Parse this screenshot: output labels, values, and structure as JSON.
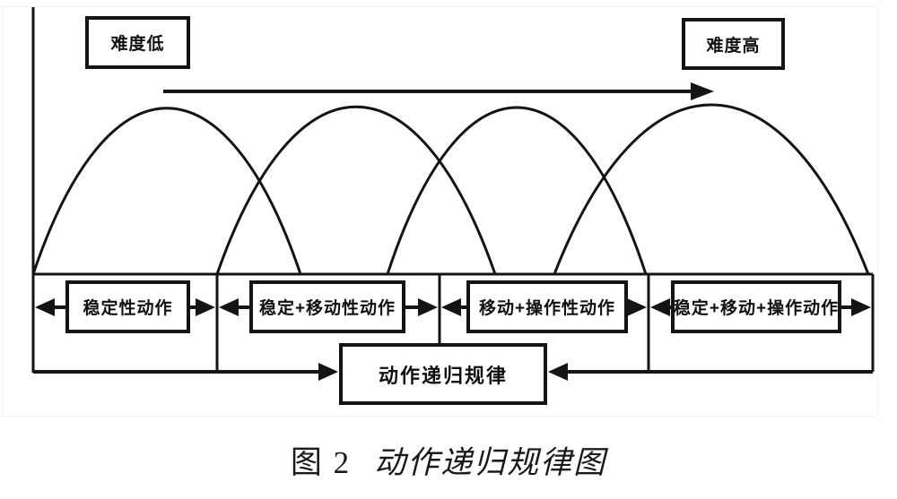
{
  "page": {
    "background": "#ffffff",
    "line_color": "#141414"
  },
  "top_labels": {
    "difficulty_low": "难度低",
    "difficulty_high": "难度高"
  },
  "strip": {
    "boxes": [
      {
        "label": "稳定性动作"
      },
      {
        "label": "稳定+移动性动作"
      },
      {
        "label": "移动+操作性动作"
      },
      {
        "label": "稳定+移动+操作动作"
      }
    ]
  },
  "center_box": {
    "label": "动作递归规律"
  },
  "caption": {
    "prefix": "图 2",
    "title": "动作递归规律图"
  }
}
